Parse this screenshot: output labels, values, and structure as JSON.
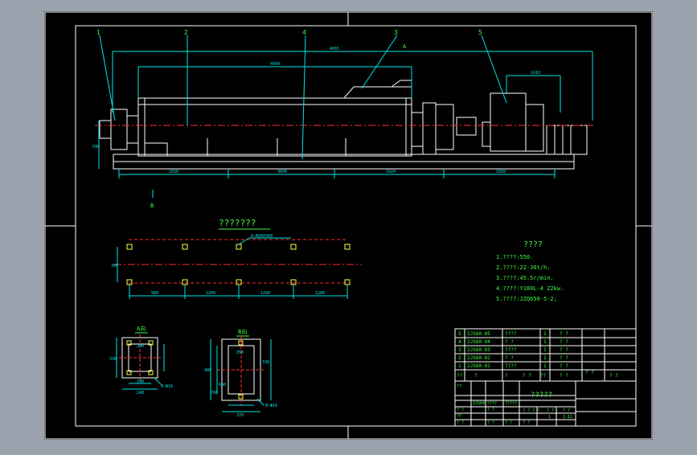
{
  "colors": {
    "background": "#9aa3ad",
    "sheet": "#000000",
    "border": "#ffffff",
    "dimension": "#00e6e6",
    "text": "#3cff3c",
    "centerline": "#ff3030",
    "bolt": "#ffff40"
  },
  "leaders": [
    "1",
    "2",
    "4",
    "3",
    "5"
  ],
  "view_markers": {
    "a": "A",
    "b": "B"
  },
  "dims_top": {
    "overall": "4665",
    "middle": "4040",
    "motor": "1410"
  },
  "dims_bottom": [
    "2030",
    "3600",
    "1924",
    "1950"
  ],
  "dim_left": "590",
  "foundation": {
    "title": "???????",
    "bolt_note": "8-M20X300",
    "dim_height": "390",
    "dims": [
      "960",
      "1200",
      "1200",
      "1200"
    ]
  },
  "section_a": {
    "label": "A向",
    "dims": [
      "200",
      "330",
      "M-Ф16",
      "190",
      "240"
    ]
  },
  "section_b": {
    "label": "B向",
    "dims": [
      "350",
      "480",
      "760",
      "330",
      "640",
      "M-Ф16",
      "370"
    ]
  },
  "tech_req": {
    "title": "????",
    "lines": [
      "1.????:550.",
      "2.????:22-30t/h.",
      "3.????:45.5r/min.",
      "4.????:Y180L-4  22kw.",
      "5.????:JZQ650-5-2;"
    ]
  },
  "bom": {
    "rows": [
      [
        "5",
        "2JS60-05",
        "????",
        "1",
        "? ?"
      ],
      [
        "4",
        "2JS60-04",
        "?      ?",
        "1",
        "? ?"
      ],
      [
        "3",
        "2JS60-03",
        "????",
        "1",
        "? ?"
      ],
      [
        "2",
        "2JS60-02",
        "?      ?",
        "1",
        "? ?"
      ],
      [
        "1",
        "2JS60-01",
        "????",
        "1",
        "? ?"
      ]
    ],
    "header": [
      "??",
      "?",
      "?",
      "? ?",
      "??",
      "? ?",
      "? ?",
      "? ?"
    ]
  },
  "title_block": {
    "name": "?????",
    "left_cells": [
      "??",
      "2JS60",
      "????",
      "?????",
      "? ?",
      "? ?",
      "??",
      "? ?",
      "? ?",
      "? ?",
      "? ?"
    ],
    "scale_cells": [
      "? ? ? ?",
      "? ?",
      "? ?",
      "1",
      "1:12"
    ]
  }
}
